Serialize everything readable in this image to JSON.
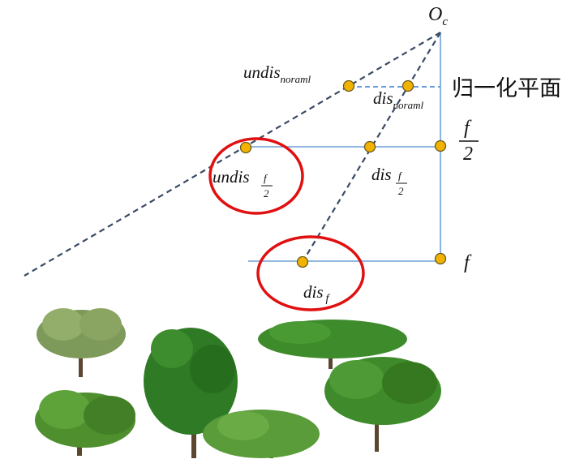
{
  "labels": {
    "origin_main": "O",
    "origin_sub": "c",
    "undis_norm_main": "undis",
    "undis_norm_sub": "noraml",
    "dis_norm_main": "dis",
    "dis_norm_sub": "noraml",
    "undis_half_main": "undis",
    "dis_half_main": "dis",
    "frac_num": "f",
    "frac_den": "2",
    "dis_f_main": "dis",
    "dis_f_sub": "f",
    "f_label": "f",
    "plane_label": "归一化平面"
  },
  "colors": {
    "ray": "#3a4a66",
    "plane_line": "#6ea0d8",
    "dot_fill": "#f2b200",
    "dot_stroke": "#6b5a20",
    "highlight": "#e01010",
    "foliage": "#3f7a2a",
    "trunk": "#5b4630"
  },
  "trees": [
    "tree-1",
    "tree-2",
    "tree-3",
    "tree-4",
    "tree-5",
    "tree-6"
  ]
}
